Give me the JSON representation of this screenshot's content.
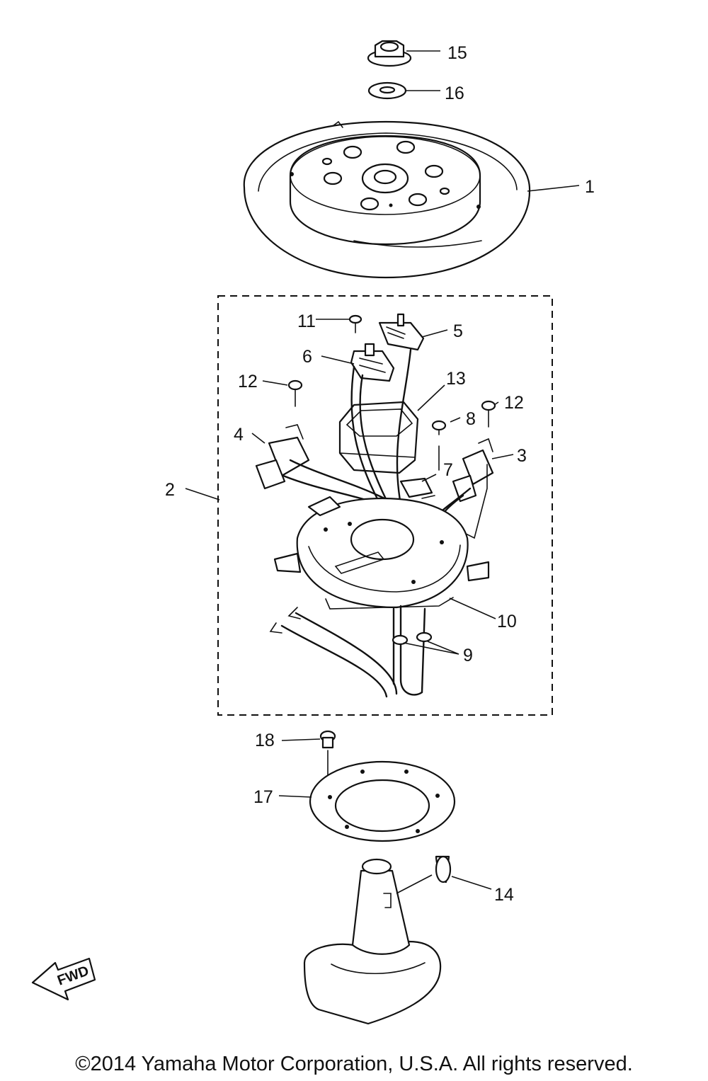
{
  "diagram": {
    "callouts": [
      {
        "id": "c1",
        "label": "1"
      },
      {
        "id": "c2",
        "label": "2"
      },
      {
        "id": "c3",
        "label": "3"
      },
      {
        "id": "c4",
        "label": "4"
      },
      {
        "id": "c5",
        "label": "5"
      },
      {
        "id": "c6",
        "label": "6"
      },
      {
        "id": "c7",
        "label": "7"
      },
      {
        "id": "c8",
        "label": "8"
      },
      {
        "id": "c9",
        "label": "9"
      },
      {
        "id": "c10",
        "label": "10"
      },
      {
        "id": "c11",
        "label": "11"
      },
      {
        "id": "c12a",
        "label": "12"
      },
      {
        "id": "c12b",
        "label": "12"
      },
      {
        "id": "c13",
        "label": "13"
      },
      {
        "id": "c14",
        "label": "14"
      },
      {
        "id": "c15",
        "label": "15"
      },
      {
        "id": "c16",
        "label": "16"
      },
      {
        "id": "c17",
        "label": "17"
      },
      {
        "id": "c18",
        "label": "18"
      }
    ],
    "direction_label": "FWD"
  },
  "footer": {
    "copyright": "©2014 Yamaha Motor Corporation, U.S.A. All rights reserved."
  }
}
